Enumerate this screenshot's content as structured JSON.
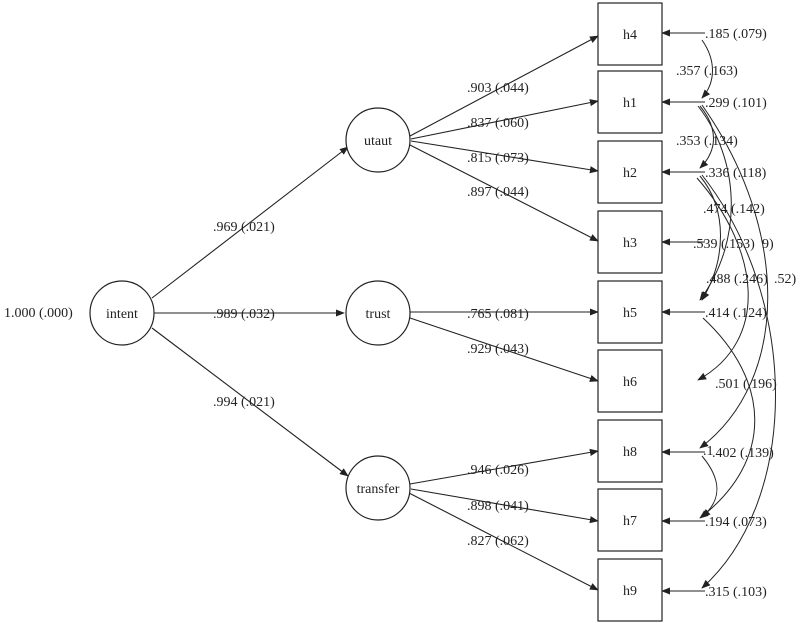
{
  "latent_factors": [
    {
      "id": "intent",
      "label": "intent",
      "variance_label": "1.000 (.000)"
    },
    {
      "id": "utaut",
      "label": "utaut"
    },
    {
      "id": "trust",
      "label": "trust"
    },
    {
      "id": "transfer",
      "label": "transfer"
    }
  ],
  "indicators": [
    {
      "id": "h4",
      "label": "h4"
    },
    {
      "id": "h1",
      "label": "h1"
    },
    {
      "id": "h2",
      "label": "h2"
    },
    {
      "id": "h3",
      "label": "h3"
    },
    {
      "id": "h5",
      "label": "h5"
    },
    {
      "id": "h6",
      "label": "h6"
    },
    {
      "id": "h8",
      "label": "h8"
    },
    {
      "id": "h7",
      "label": "h7"
    },
    {
      "id": "h9",
      "label": "h9"
    }
  ],
  "structural_paths": [
    {
      "from": "intent",
      "to": "utaut",
      "label": ".969 (.021)"
    },
    {
      "from": "intent",
      "to": "trust",
      "label": ".989 (.032)"
    },
    {
      "from": "intent",
      "to": "transfer",
      "label": ".994 (.021)"
    }
  ],
  "loadings": [
    {
      "from": "utaut",
      "to": "h4",
      "label": ".903 (.044)"
    },
    {
      "from": "utaut",
      "to": "h1",
      "label": ".837 (.060)"
    },
    {
      "from": "utaut",
      "to": "h2",
      "label": ".815 (.073)"
    },
    {
      "from": "utaut",
      "to": "h3",
      "label": ".897 (.044)"
    },
    {
      "from": "trust",
      "to": "h5",
      "label": ".765 (.081)"
    },
    {
      "from": "trust",
      "to": "h6",
      "label": ".929 (.043)"
    },
    {
      "from": "transfer",
      "to": "h8",
      "label": ".946 (.026)"
    },
    {
      "from": "transfer",
      "to": "h7",
      "label": ".898 (.041)"
    },
    {
      "from": "transfer",
      "to": "h9",
      "label": ".827 (.062)"
    }
  ],
  "residual_labels": [
    {
      "indicator": "h4",
      "label": ".185 (.079)"
    },
    {
      "indicator": "h1",
      "label": ".299 (.101)"
    },
    {
      "indicator": "h2",
      "label": ".336 (.118)"
    },
    {
      "indicator": "h5",
      "label": ".414 (.124)"
    },
    {
      "indicator": "h7",
      "label": ".194 (.073)"
    },
    {
      "indicator": "h9",
      "label": ".315 (.103)"
    }
  ],
  "covariance_labels": [
    {
      "id": "c1",
      "label": ".357 (.163)"
    },
    {
      "id": "c2",
      "label": ".353 (.134)"
    },
    {
      "id": "c3",
      "label": ".474 (.142)"
    },
    {
      "id": "c4",
      "label": ".539 (.153)"
    },
    {
      "id": "c5",
      "label": ".488 (.246)"
    },
    {
      "id": "c6",
      "label": ".501 (.196)"
    },
    {
      "id": "c7",
      "label": ".402 (.139)"
    }
  ],
  "fragment_labels": [
    {
      "id": "f1",
      "label": "9)"
    },
    {
      "id": "f2",
      "label": ".52)"
    },
    {
      "id": "f3",
      "label": ".1"
    }
  ]
}
